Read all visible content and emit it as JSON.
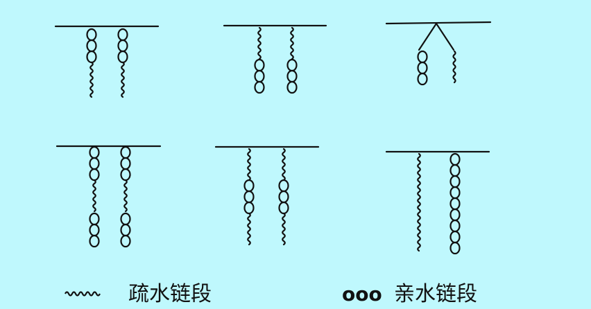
{
  "legend": {
    "hydrophobic_label": "疏水链段",
    "hydrophilic_symbol": "ooo",
    "hydrophilic_label": "亲水链段"
  },
  "colors": {
    "background": "#bff8fd",
    "stroke": "#111111"
  },
  "panels": [
    {
      "id": "a",
      "shape": "hydrophilic-top-hydrophobic-bottom"
    },
    {
      "id": "b",
      "shape": "hydrophobic-top-hydrophilic-bottom"
    },
    {
      "id": "c",
      "shape": "graft-branch"
    },
    {
      "id": "d",
      "shape": "alternating-long"
    },
    {
      "id": "e",
      "shape": "triblock"
    },
    {
      "id": "f",
      "shape": "homopolymer-pair"
    }
  ]
}
